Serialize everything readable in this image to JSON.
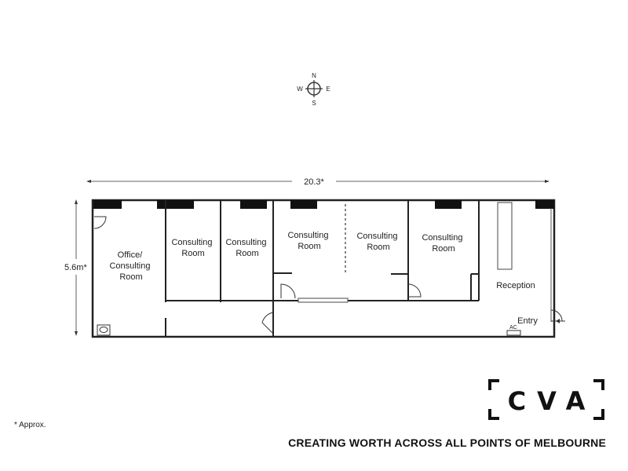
{
  "compass": {
    "n": "N",
    "s": "S",
    "e": "E",
    "w": "W"
  },
  "dimensions": {
    "width": "20.3*",
    "height": "5.6m*"
  },
  "rooms": {
    "office": [
      "Office/",
      "Consulting",
      "Room"
    ],
    "consult1": [
      "Consulting",
      "Room"
    ],
    "consult2": [
      "Consulting",
      "Room"
    ],
    "consult3": [
      "Consulting",
      "Room"
    ],
    "consult4": [
      "Consulting",
      "Room"
    ],
    "consult5": [
      "Consulting",
      "Room"
    ],
    "reception": "Reception",
    "entry": "Entry",
    "ac": "AC"
  },
  "footnote": "* Approx.",
  "tagline": "CREATING WORTH ACROSS ALL POINTS OF MELBOURNE",
  "logo": "CVA",
  "icons": [
    "compass-icon",
    "door-swing-icon",
    "toilet-icon",
    "entry-arrow-icon"
  ]
}
